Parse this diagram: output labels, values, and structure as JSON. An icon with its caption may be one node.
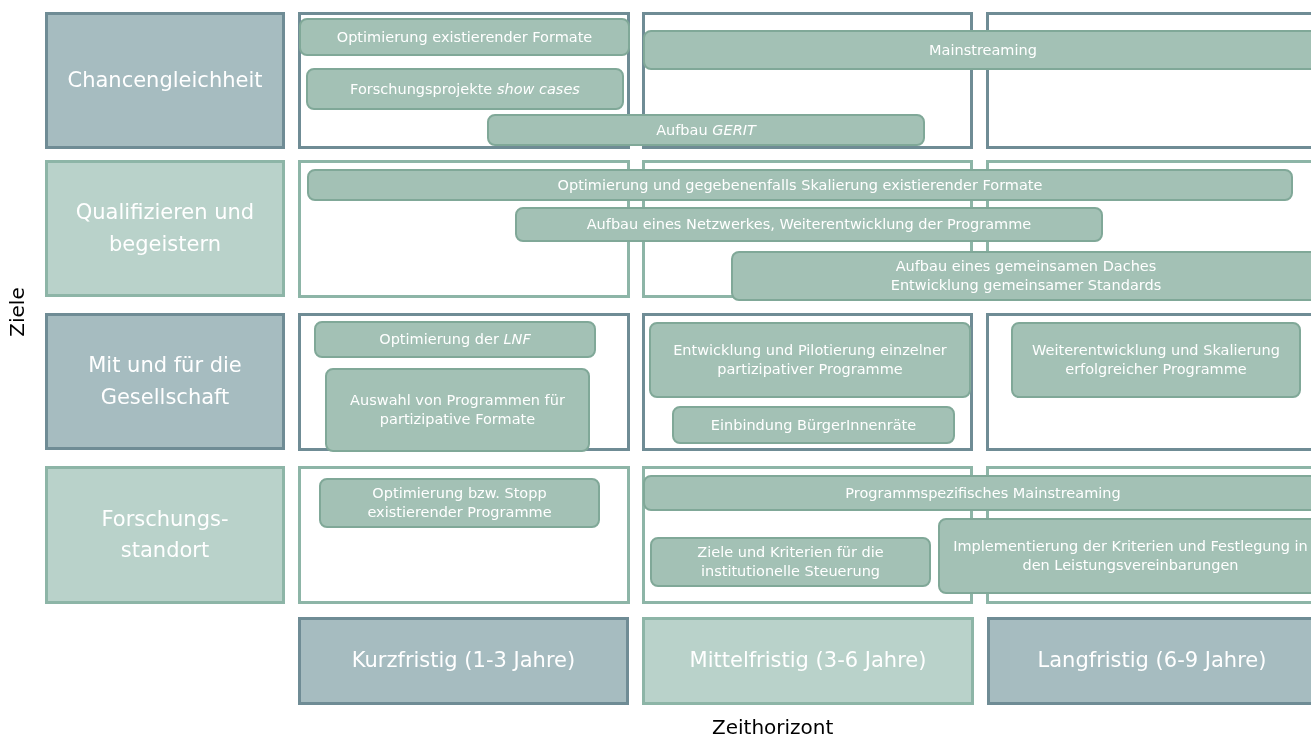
{
  "diagram": {
    "nodes": [
      {
        "text": [
          "Chancengleichheit"
        ]
      },
      {
        "text": [
          "Optimierung existierender Formate"
        ]
      },
      {
        "text": [
          "Mainstreaming"
        ]
      },
      {
        "text": [
          "Forschungsprojekte *show cases*"
        ]
      },
      {
        "text": [
          "Aufbau *GERIT*"
        ]
      },
      {
        "text": [
          "Qualifizieren und begeistern"
        ]
      },
      {
        "text": [
          "Optimierung und gegebenenfalls Skalierung existierender Formate"
        ]
      },
      {
        "text": [
          "Aufbau eines Netzwerkes, Weiterentwicklung der Programme"
        ]
      },
      {
        "text": [
          "Aufbau eines gemeinsamen Daches",
          "Entwicklung gemeinsamer Standards"
        ]
      },
      {
        "text": [
          "Mit und für die Gesellschaft"
        ]
      },
      {
        "text": [
          "Optimierung der *LNF*"
        ]
      },
      {
        "text": [
          "Entwicklung und Pilotierung einzelner partizipativer Programme"
        ]
      },
      {
        "text": [
          "Weiterentwicklung und Skalierung erfolgreicher Programme"
        ]
      },
      {
        "text": [
          "Auswahl von Programmen für partizipative Formate"
        ]
      },
      {
        "text": [
          "Einbindung BürgerInnenräte"
        ]
      },
      {
        "text": [
          "Forschungs- standort"
        ]
      },
      {
        "text": [
          "Optimierung bzw. Stopp existierender Programme"
        ]
      },
      {
        "text": [
          "Programmspezifisches Mainstreaming"
        ]
      },
      {
        "text": [
          "Ziele und Kriterien für die institutionelle Steuerung"
        ]
      },
      {
        "text": [
          "Implementierung der Kriterien und Festlegung in den Leistungsvereinbarungen"
        ]
      },
      {
        "text": [
          "Kurzfristig (1-3 Jahre)"
        ]
      },
      {
        "text": [
          "Mittelfristig (3-6 Jahre)"
        ]
      },
      {
        "text": [
          "Langfristig (6-9 Jahre)"
        ]
      }
    ],
    "labels": [
      "Ziele",
      "Zeithorizont"
    ]
  }
}
